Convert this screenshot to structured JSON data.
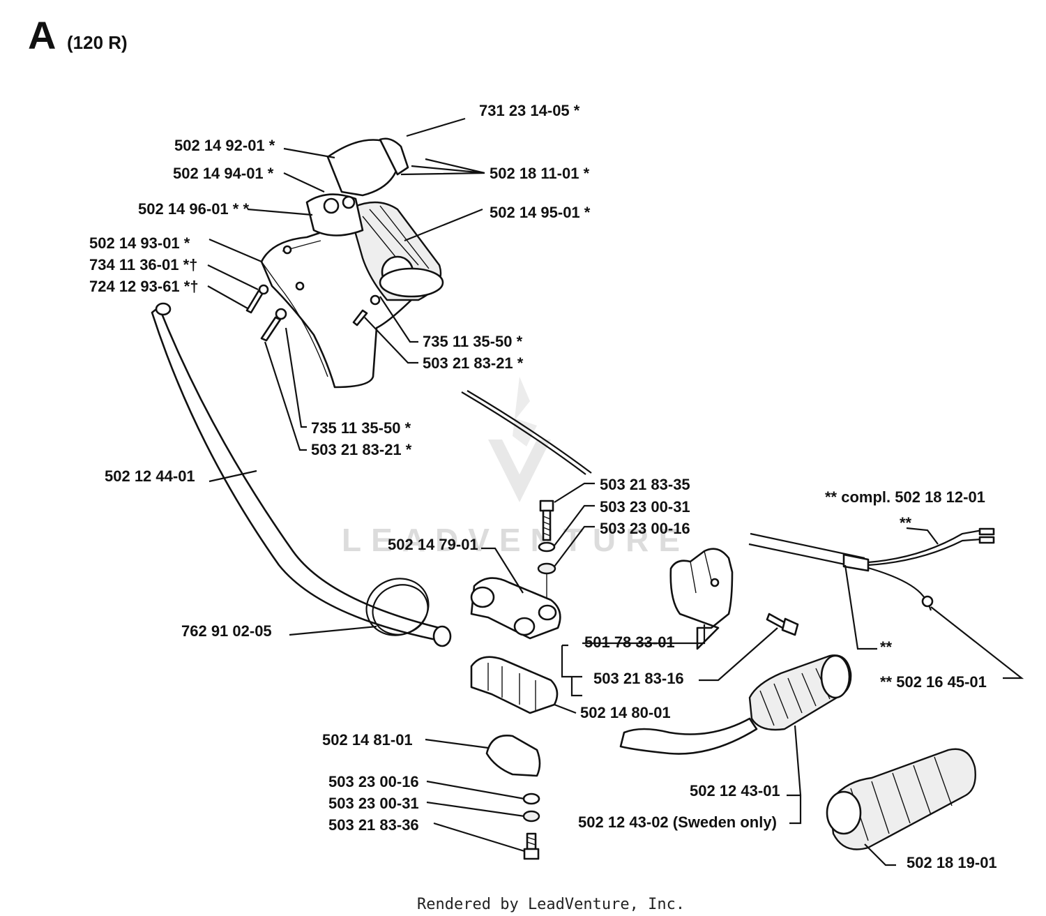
{
  "diagram": {
    "title_letter": "A",
    "title_model": "(120 R)",
    "footer": "Rendered by LeadVenture, Inc.",
    "watermark": "LEADVENTURE"
  },
  "labels": {
    "p731231405": "731 23 14-05  *",
    "p502149201": "502 14 92-01  *",
    "p502181101": "502 18 11-01  *",
    "p502149401": "502 14 94-01  *",
    "p502149601": "502 14 96-01  * *",
    "p502149501": "502 14 95-01  *",
    "p502149301": "502 14 93-01  *",
    "p734113601": "734 11 36-01  *†",
    "p724129361": "724 12 93-61  *†",
    "p735113550a": "735 11 35-50  *",
    "p503218321a": "503 21 83-21  *",
    "p735113550b": "735 11 35-50  *",
    "p503218321b": "503 21 83-21  *",
    "p502124401": "502 12 44-01",
    "p503218335": "503 21 83-35",
    "p503230031a": "503 23 00-31",
    "p503230016a": "503 23 00-16",
    "p502147901": "502 14 79-01",
    "compl": "**  compl. 502 18 12-01",
    "star2a": "**",
    "p762910205": "762 91 02-05",
    "p501783301": "501 78 33-01",
    "p503218316": "503 21 83-16",
    "star2b": "**",
    "p502164501": "**  502 16 45-01",
    "p502148001": "502 14 80-01",
    "p502148101": "502 14 81-01",
    "p503230016b": "503 23 00-16",
    "p503230031b": "503 23 00-31",
    "p503218336": "503 21 83-36",
    "p502124301": "502 12 43-01",
    "p502124302": "502 12 43-02 (Sweden only)",
    "p502181901": "502 18 19-01"
  }
}
